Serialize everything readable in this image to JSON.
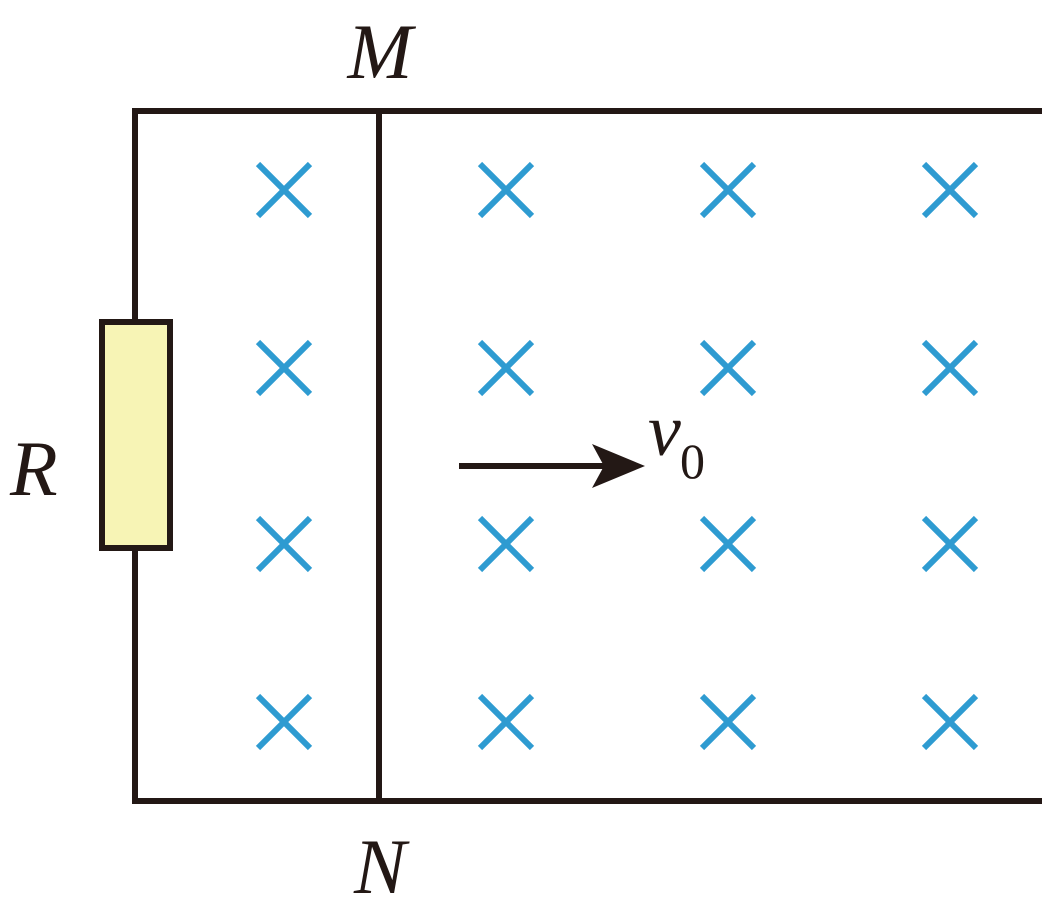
{
  "labels": {
    "top": "M",
    "bottom": "N",
    "resistor": "R",
    "velocity": "v",
    "velocity_subscript": "0"
  },
  "colors": {
    "wire": "#231815",
    "field_cross": "#2e9bd1",
    "resistor_fill": "#f7f4b5"
  },
  "field": {
    "symbol": "cross-into-page",
    "rows": 4,
    "columns": 4
  }
}
